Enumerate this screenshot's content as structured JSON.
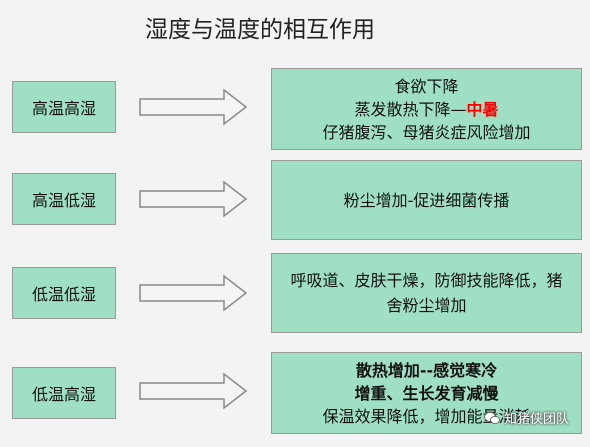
{
  "title": "湿度与温度的相互作用",
  "rows": [
    {
      "condition": "高温高湿",
      "lines": [
        {
          "prefix": "食欲下降",
          "highlight": ""
        },
        {
          "prefix": "蒸发散热下降—",
          "highlight": "中暑"
        },
        {
          "prefix": "仔猪腹泻、母猪炎症风险增加",
          "highlight": ""
        }
      ]
    },
    {
      "condition": "高温低湿",
      "lines": [
        {
          "prefix": "粉尘增加-促进细菌传播",
          "highlight": ""
        }
      ]
    },
    {
      "condition": "低温低湿",
      "paragraph": "呼吸道、皮肤干燥，防御技能降低，猪舍粉尘增加"
    },
    {
      "condition": "低温高湿",
      "lines": [
        {
          "text": "散热增加--感觉寒冷",
          "bold": true
        },
        {
          "text": "增重、生长发育减慢",
          "bold": true
        },
        {
          "text": "保温效果降低，增加能量消耗",
          "bold": false
        }
      ]
    }
  ],
  "watermark": "知猪侠团队",
  "colors": {
    "box_fill": "#9fe0c4",
    "highlight": "#ff0000",
    "background": "#f3f3f3"
  }
}
